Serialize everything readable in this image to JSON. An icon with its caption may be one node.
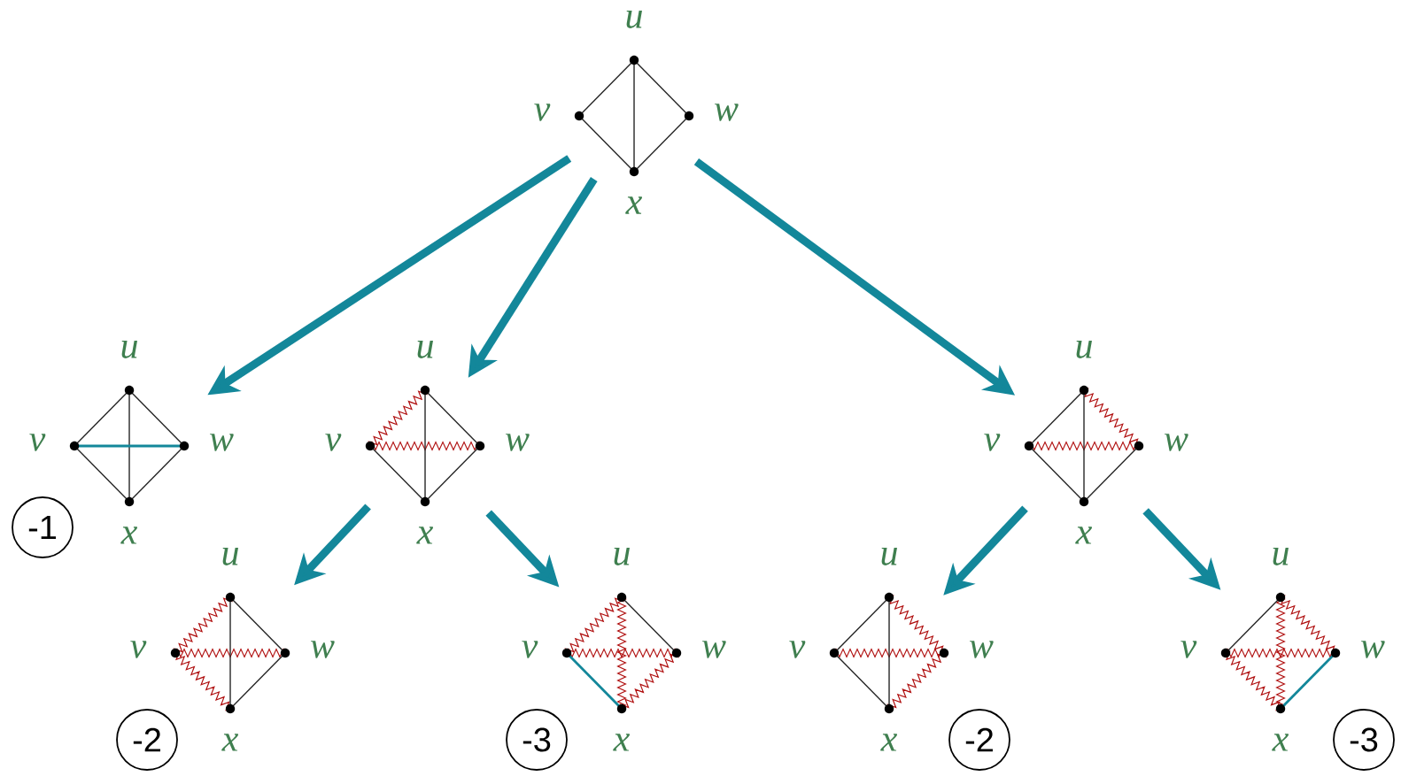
{
  "diagram": {
    "nodes": [
      {
        "text": [
          "u",
          "v",
          "w",
          "x"
        ]
      },
      {
        "text": [
          "u",
          "v",
          "w",
          "x"
        ]
      },
      {
        "text": [
          "u",
          "v",
          "w",
          "x"
        ]
      },
      {
        "text": [
          "u",
          "v",
          "w",
          "x"
        ]
      },
      {
        "text": [
          "u",
          "v",
          "w",
          "x"
        ]
      },
      {
        "text": [
          "u",
          "v",
          "w",
          "x"
        ]
      },
      {
        "text": [
          "u",
          "v",
          "w",
          "x"
        ]
      },
      {
        "text": [
          "u",
          "v",
          "w",
          "x"
        ]
      },
      {
        "text": [
          "-1"
        ]
      },
      {
        "text": [
          "-2"
        ]
      },
      {
        "text": [
          "-3"
        ]
      },
      {
        "text": [
          "-2"
        ]
      },
      {
        "text": [
          "-3"
        ]
      }
    ],
    "edges": [
      {
        "from": 0,
        "to": 1,
        "arrow": "to"
      },
      {
        "from": 0,
        "to": 2,
        "arrow": "to"
      },
      {
        "from": 0,
        "to": 3,
        "arrow": "to"
      },
      {
        "from": 2,
        "to": 4,
        "arrow": "to"
      },
      {
        "from": 2,
        "to": 5,
        "arrow": "to"
      },
      {
        "from": 3,
        "to": 6,
        "arrow": "to"
      },
      {
        "from": 3,
        "to": 7,
        "arrow": "to"
      }
    ]
  }
}
